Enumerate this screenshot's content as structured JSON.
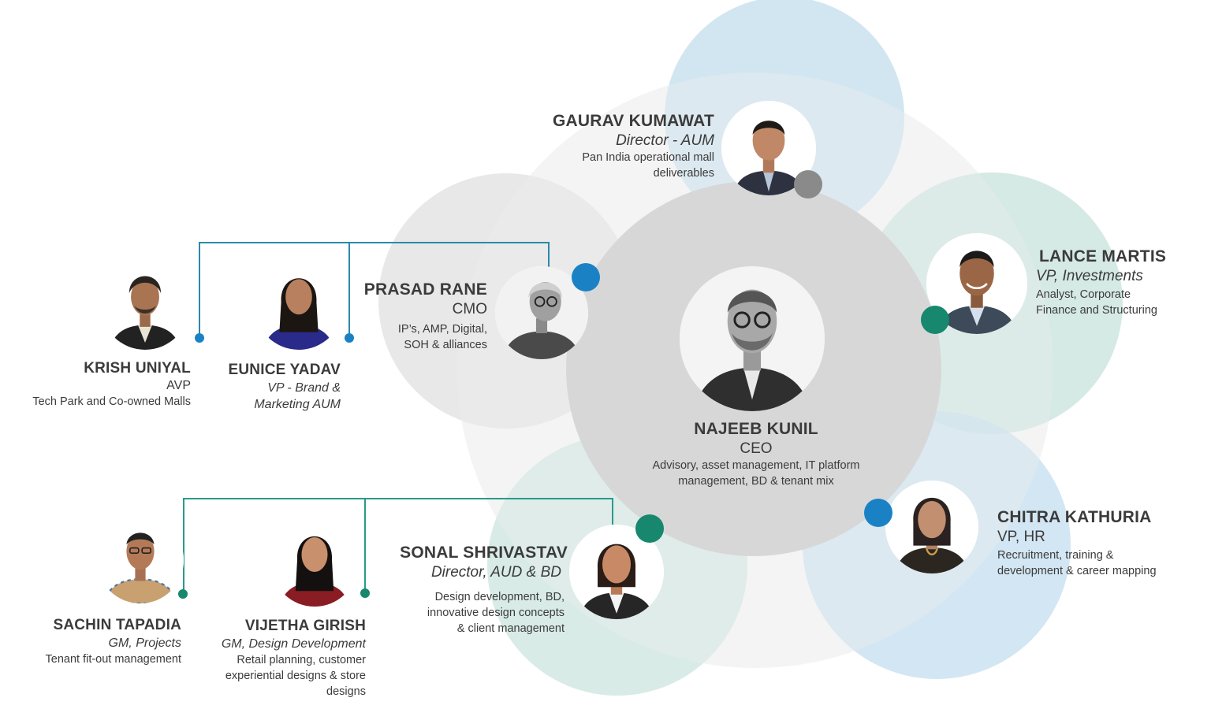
{
  "colors": {
    "blue": "#1a82c4",
    "teal": "#17876d",
    "grey": "#8a8a8a",
    "connector": "#2a8aa8"
  },
  "people": {
    "ceo": {
      "name": "NAJEEB KUNIL",
      "role": "CEO",
      "desc1": "Advisory, asset management, IT platform",
      "desc2": "management, BD & tenant mix"
    },
    "gaurav": {
      "name": "GAURAV KUMAWAT",
      "role": "Director - AUM",
      "desc1": "Pan India operational mall",
      "desc2": "deliverables"
    },
    "prasad": {
      "name": "PRASAD RANE",
      "role": "CMO",
      "desc1": "IP’s, AMP, Digital,",
      "desc2": "SOH & alliances"
    },
    "lance": {
      "name": "LANCE MARTIS",
      "role": "VP, Investments",
      "desc1": "Analyst, Corporate",
      "desc2": "Finance and Structuring"
    },
    "chitra": {
      "name": "CHITRA KATHURIA",
      "role": "VP, HR",
      "desc1": "Recruitment, training &",
      "desc2": "development & career mapping"
    },
    "sonal": {
      "name": "SONAL SHRIVASTAV",
      "role": "Director, AUD & BD",
      "desc1": "Design development, BD,",
      "desc2": "innovative design concepts",
      "desc3": "& client management"
    },
    "krish": {
      "name": "KRISH UNIYAL",
      "role": "AVP",
      "desc1": "Tech Park and Co-owned Malls"
    },
    "eunice": {
      "name": "EUNICE YADAV",
      "role1": "VP - Brand &",
      "role2": "Marketing AUM"
    },
    "sachin": {
      "name": "SACHIN TAPADIA",
      "role": "GM, Projects",
      "desc1": "Tenant fit-out management"
    },
    "vijetha": {
      "name": "VIJETHA GIRISH",
      "role": "GM, Design Development",
      "desc1": "Retail planning, customer",
      "desc2": "experiential designs & store",
      "desc3": "designs"
    }
  }
}
